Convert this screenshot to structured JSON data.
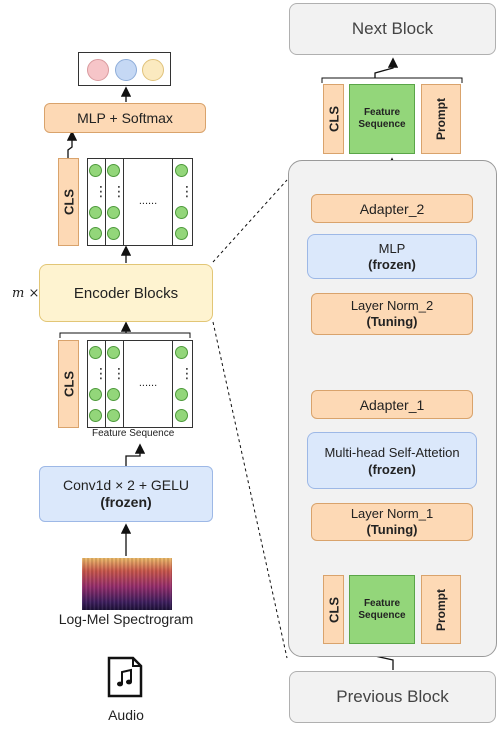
{
  "left": {
    "audio_label": "Audio",
    "spectrogram_label": "Log-Mel Spectrogram",
    "conv_line1": "Conv1d × 2 + GELU",
    "conv_line2": "(frozen)",
    "feature_sequence_caption": "Feature Sequence",
    "cls_label": "CLS",
    "dots": "......",
    "encoder_label": "Encoder Blocks",
    "m_label": "m ×",
    "mlp_softmax_label": "MLP + Softmax"
  },
  "right": {
    "next_block": "Next Block",
    "previous_block": "Previous Block",
    "cls_label": "CLS",
    "feature_sequence_label": "Feature Sequence",
    "prompt_label": "Prompt",
    "adapter2": "Adapter_2",
    "mlp_line1": "MLP",
    "mlp_line2": "(frozen)",
    "layernorm2_line1": "Layer Norm_2",
    "layernorm2_line2": "(Tuning)",
    "adapter1": "Adapter_1",
    "mhsa_line1": "Multi-head Self-Attetion",
    "mhsa_line2": "(frozen)",
    "layernorm1_line1": "Layer Norm_1",
    "layernorm1_line2": "(Tuning)"
  },
  "colors": {
    "orange": "#fdd9b5",
    "blue": "#dbe8fb",
    "green": "#93d67a",
    "gray": "#f2f2f2",
    "yellow": "#fef3d0",
    "output_red": "#f6c5c8",
    "output_blue": "#c5d8f4",
    "output_yellow": "#fbeac0"
  }
}
